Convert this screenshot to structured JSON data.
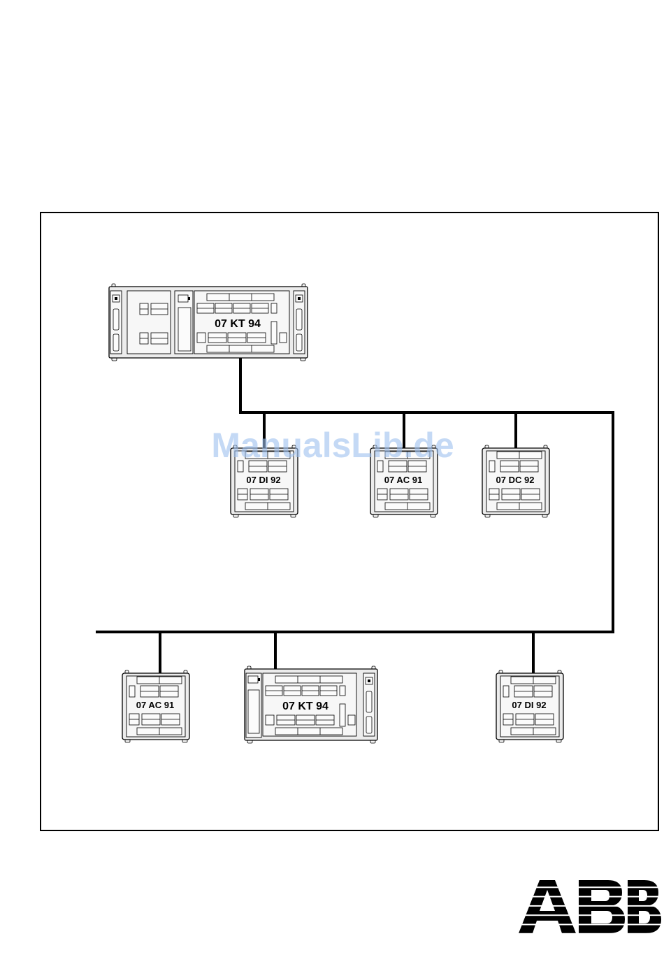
{
  "diagram": {
    "modules": [
      {
        "id": "kt94-top",
        "kind": "kt94-rack",
        "label": "07 KT 94"
      },
      {
        "id": "di92-mid",
        "kind": "io",
        "label": "07 DI 92"
      },
      {
        "id": "ac91-mid",
        "kind": "io",
        "label": "07 AC 91"
      },
      {
        "id": "dc92-mid",
        "kind": "io",
        "label": "07 DC 92"
      },
      {
        "id": "ac91-bot",
        "kind": "io",
        "label": "07 AC 91"
      },
      {
        "id": "kt94-bot",
        "kind": "kt94-small",
        "label": "07 KT 94"
      },
      {
        "id": "di92-bot",
        "kind": "io",
        "label": "07 DI 92"
      }
    ]
  },
  "watermark": {
    "text": "ManualsLib.de",
    "color": "#9cc0ee"
  },
  "logo": {
    "text": "ABB",
    "color": "#000000"
  }
}
